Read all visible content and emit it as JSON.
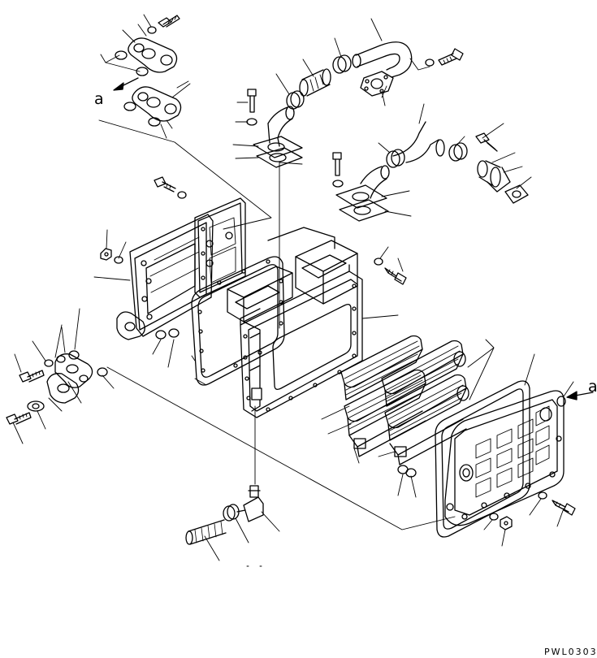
{
  "labels": {
    "a_left": "a",
    "a_right": "a",
    "drawing_code": "PWL0303"
  }
}
